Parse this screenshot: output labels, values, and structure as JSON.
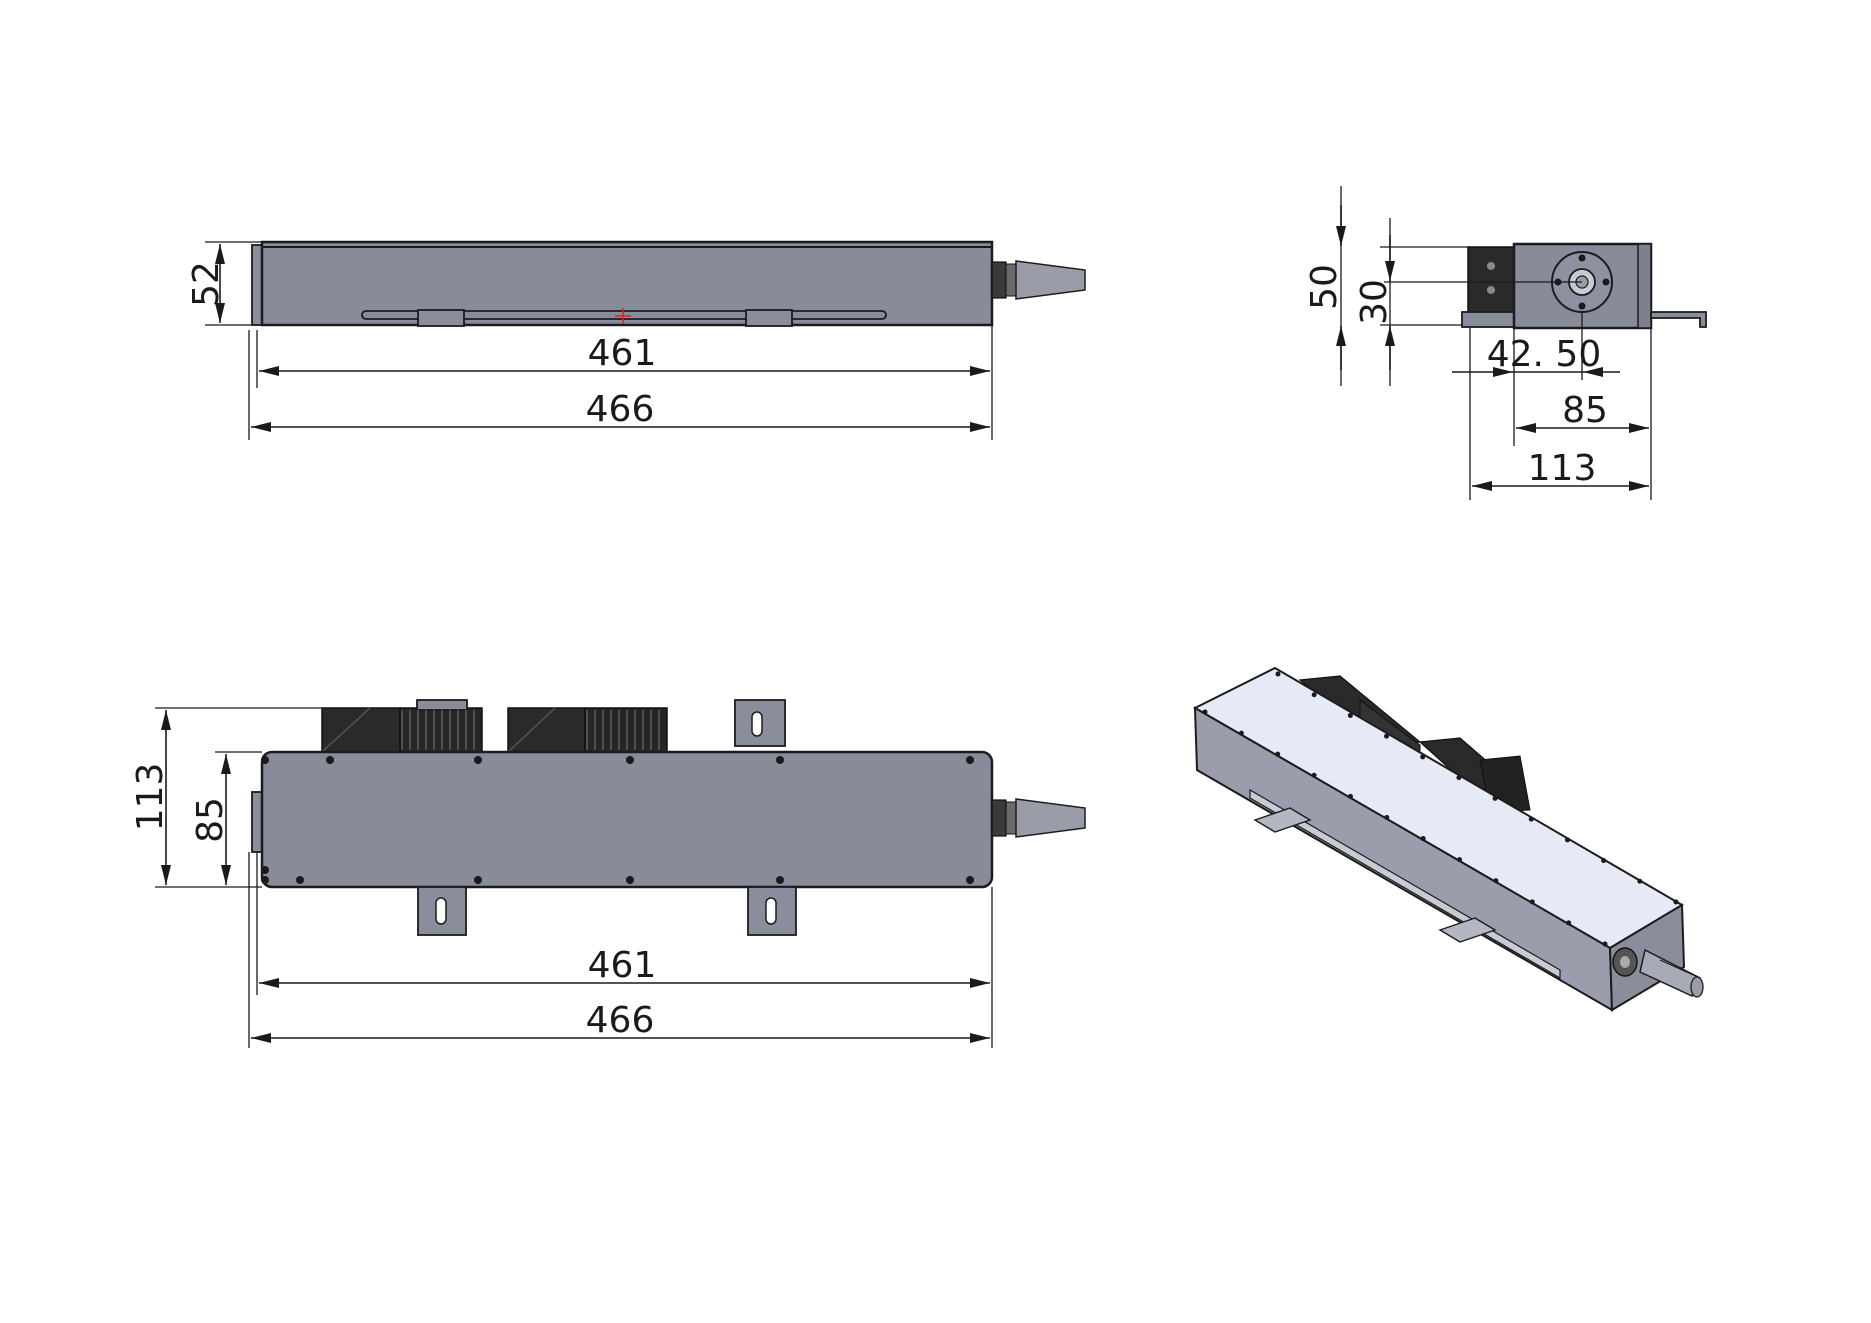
{
  "drawing": {
    "top_view": {
      "height_label": "52",
      "inner_length_label": "461",
      "overall_length_label": "466"
    },
    "end_view": {
      "height_label": "50",
      "center_height_label": "30",
      "center_offset_label": "42. 50",
      "body_width_label": "85",
      "overall_width_label": "113"
    },
    "front_view": {
      "overall_height_label": "113",
      "body_height_label": "85",
      "inner_length_label": "461",
      "overall_length_label": "466"
    },
    "colors": {
      "body": "#878b9a",
      "body_face_light": "#e6e9f6",
      "line": "#1a1a1a",
      "heatsink": "#2b2b2b",
      "center_mark": "#e02020"
    }
  }
}
